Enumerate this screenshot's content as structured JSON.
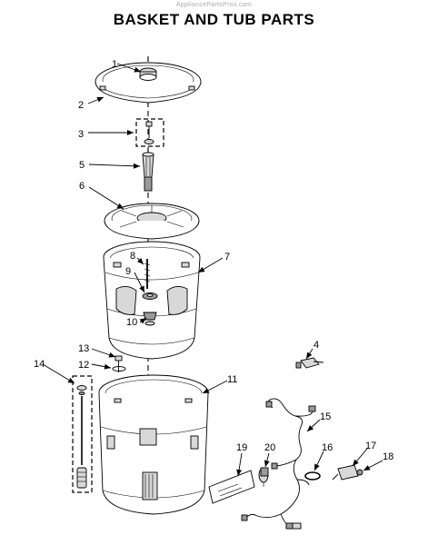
{
  "watermark": "AppliancePartsPros.com",
  "title": "BASKET AND TUB PARTS",
  "callouts": [
    "1",
    "2",
    "3",
    "4",
    "5",
    "6",
    "7",
    "8",
    "9",
    "10",
    "11",
    "12",
    "13",
    "14",
    "15",
    "16",
    "17",
    "18",
    "19",
    "20"
  ]
}
